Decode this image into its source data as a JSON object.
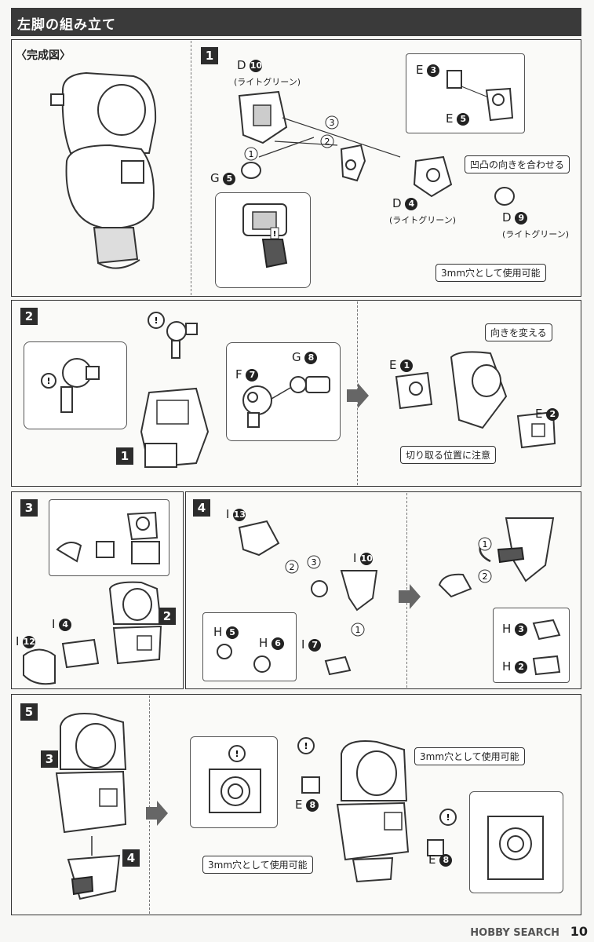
{
  "header": {
    "title": "左脚の組み立て"
  },
  "step0": {
    "title": "〈完成図〉"
  },
  "step1": {
    "num": "1",
    "d10": "D",
    "d10_num": "10",
    "d10_sub": "(ライトグリーン)",
    "e3": "E",
    "e3_num": "3",
    "e5": "E",
    "e5_num": "5",
    "g5": "G",
    "g5_num": "5",
    "d4": "D",
    "d4_num": "4",
    "d4_sub": "(ライトグリーン)",
    "d9": "D",
    "d9_num": "9",
    "d9_sub": "(ライトグリーン)",
    "callout_align": "凹凸の向きを合わせる",
    "callout_3mm": "3mm穴として使用可能",
    "order": [
      "1",
      "2",
      "3"
    ]
  },
  "step2": {
    "num": "2",
    "f7": "F",
    "f7_num": "7",
    "g8": "G",
    "g8_num": "8",
    "ref1": "1",
    "e1": "E",
    "e1_num": "1",
    "e2": "E",
    "e2_num": "2",
    "callout_dir": "向きを変える",
    "callout_cut": "切り取る位置に注意"
  },
  "step3": {
    "num": "3",
    "i4": "I",
    "i4_num": "4",
    "i12": "I",
    "i12_num": "12",
    "ref2": "2"
  },
  "step4": {
    "num": "4",
    "i13": "I",
    "i13_num": "13",
    "i10": "I",
    "i10_num": "10",
    "h5": "H",
    "h5_num": "5",
    "h6": "H",
    "h6_num": "6",
    "i7": "I",
    "i7_num": "7",
    "h3": "H",
    "h3_num": "3",
    "h2": "H",
    "h2_num": "2",
    "order": [
      "1",
      "2",
      "3"
    ]
  },
  "step5": {
    "num": "5",
    "ref3": "3",
    "ref4": "4",
    "e8a": "E",
    "e8a_num": "8",
    "e8b": "E",
    "e8b_num": "8",
    "callout_3mm_a": "3mm穴として使用可能",
    "callout_3mm_b": "3mm穴として使用可能"
  },
  "footer": {
    "watermark": "HOBBY SEARCH",
    "page": "10"
  }
}
